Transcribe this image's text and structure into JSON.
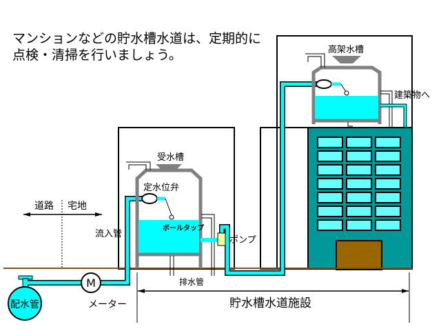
{
  "title": {
    "line1": "マンションなどの貯水槽水道は、定期的に",
    "line2": "点検・清掃を行いましょう。"
  },
  "labels": {
    "elevated_tank": "高架水槽",
    "to_building": "建築物へ",
    "receiving_tank": "受水槽",
    "float_valve": "定水位弁",
    "ball_tap": "ボールタップ",
    "pump": "ポンプ",
    "road": "道路",
    "residential_land": "宅地",
    "inflow_pipe": "流入管",
    "drain_pipe": "排水管",
    "distribution_main": "配水管",
    "meter": "メーター",
    "meter_symbol": "M",
    "facility_range": "貯水槽水道施設"
  },
  "colors": {
    "water": "#00FFFF",
    "tank_wall": "#808080",
    "building": "#009999",
    "window": "#66FFFF",
    "door": "#996600",
    "ground": "#7F4F1F"
  },
  "building": {
    "window_rows": 7,
    "window_cols": 3
  }
}
